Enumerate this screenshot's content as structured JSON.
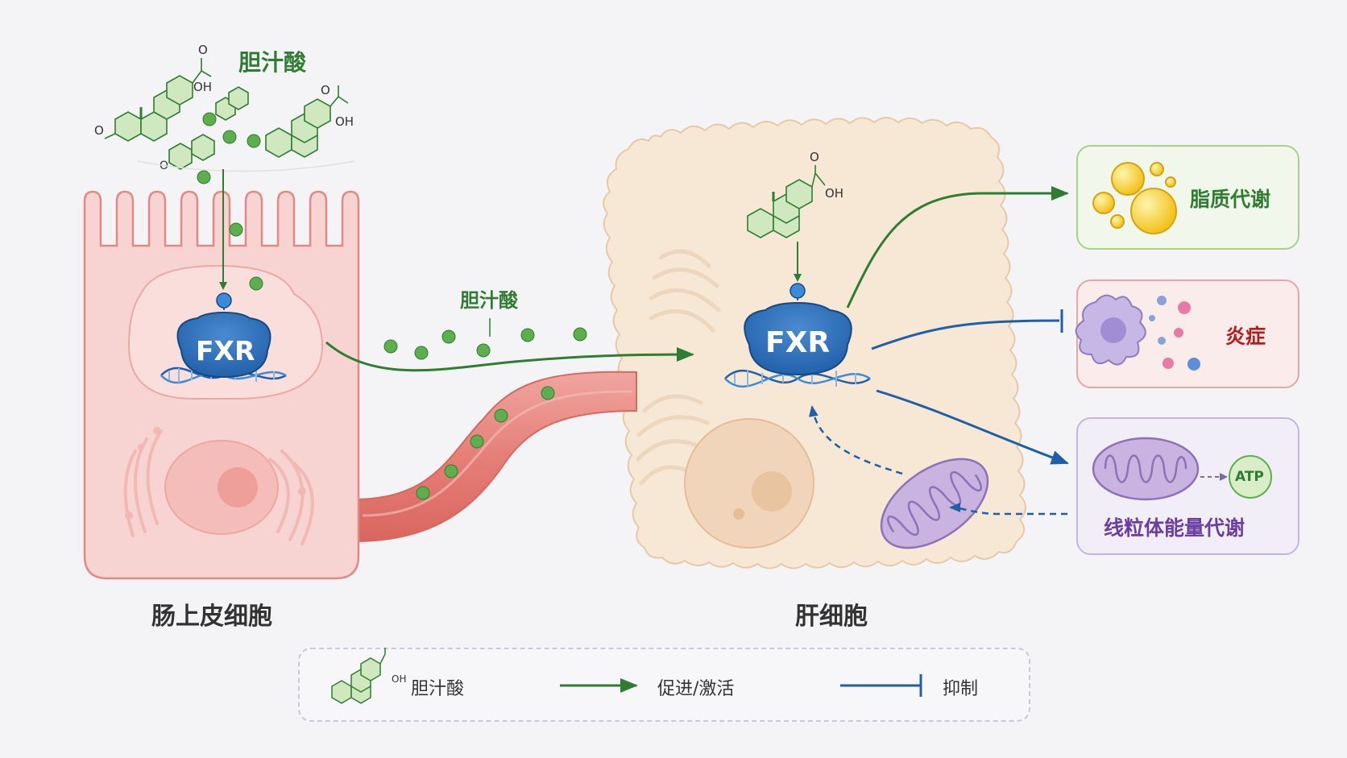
{
  "labels": {
    "top_bile": "胆汁酸",
    "mid_bile": "胆汁酸",
    "fxr_left": "FXR",
    "fxr_right": "FXR",
    "intestine_cell": "肠上皮细胞",
    "liver_cell": "肝细胞",
    "oh": "OH",
    "o": "O"
  },
  "outcomes": {
    "lipid": "脂质代谢",
    "inflammation": "炎症",
    "mito": "线粒体能量代谢",
    "atp": "ATP"
  },
  "legend": {
    "bile_acid": "胆汁酸",
    "activate": "促进/激活",
    "inhibit": "抑制"
  },
  "colors": {
    "green": "#2e7d32",
    "blue": "#1f5fa8",
    "fxr_blue": "#2f6fb5",
    "intestine_pink": "#f7d3d1",
    "liver_beige": "#f7e8d6",
    "mito_purple": "#c9b3e0",
    "red_text": "#b71c1c",
    "purple_text": "#6a3fa0"
  }
}
